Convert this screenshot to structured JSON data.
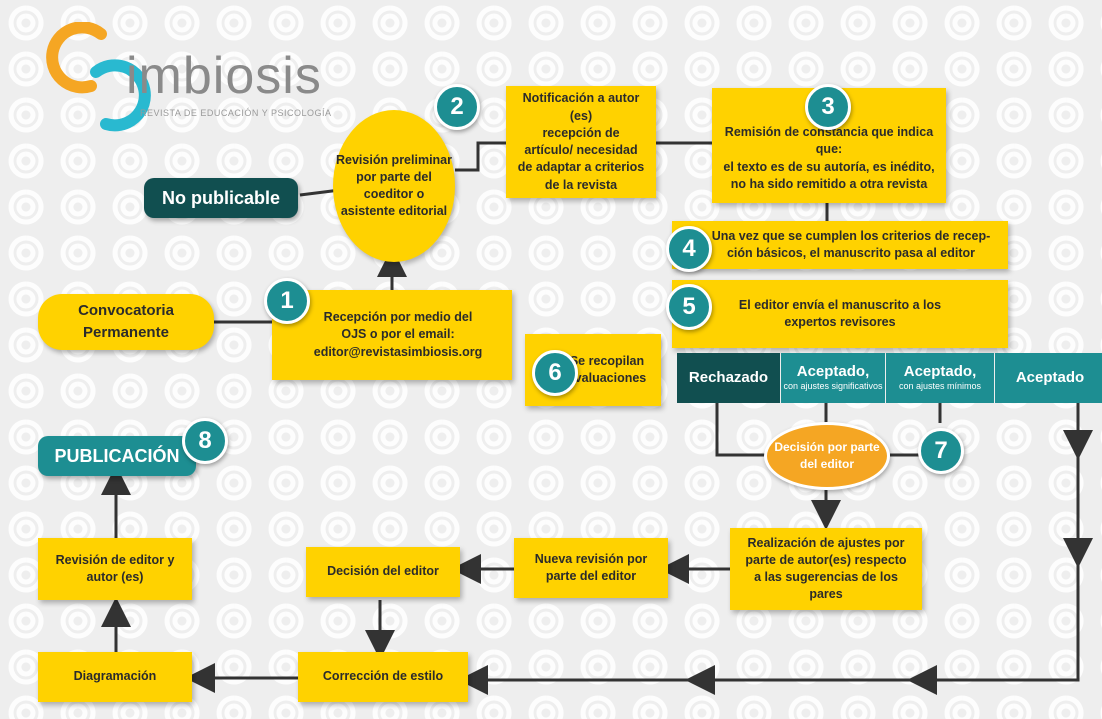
{
  "logo": {
    "word": "imbiosis",
    "subtitle": "REVISTA DE EDUCACIÓN Y PSICOLOGÍA"
  },
  "badges": [
    "1",
    "2",
    "3",
    "4",
    "5",
    "6",
    "7",
    "8"
  ],
  "nodes": {
    "no_publicable": "No publicable",
    "convocatoria": "Convocatoria\nPermanente",
    "revision_preliminar": "Revisión preliminar\npor parte del\ncoeditor o\nasistente editorial",
    "recepcion": "Recepción por medio del\nOJS o por el email:\neditor@revistasimbiosis.org",
    "notificacion": "Notificación a autor (es)\nrecepción de\nartículo/ necesidad\nde adaptar a criterios\nde la revista",
    "remision": "Remisión de constancia que indica que:\nel texto es de su autoría, es inédito,\nno ha sido remitido a otra revista",
    "criterios": "Una vez que se cumplen los criterios de recep-\nción básicos, el manuscrito pasa al editor",
    "editor_envia": "El editor envía  el manuscrito a los\nexpertos revisores",
    "recopilan": "Se recopilan\nevaluaciones",
    "decision_parte_editor": "Decisión por parte\ndel editor",
    "realizacion_ajustes": "Realización de ajustes por\nparte de autor(es) respecto\na las sugerencias de los pares",
    "nueva_revision": "Nueva revisión por\nparte del editor",
    "decision_editor": "Decisión del editor",
    "revision_editor_autor": "Revisión de editor y\nautor (es)",
    "diagramacion": "Diagramación",
    "correccion_estilo": "Corrección de estilo",
    "publicacion": "PUBLICACIÓN"
  },
  "statuses": {
    "rechazado": {
      "main": "Rechazado"
    },
    "aceptado_sig": {
      "main": "Aceptado,",
      "sub": "con ajustes significativos"
    },
    "aceptado_min": {
      "main": "Aceptado,",
      "sub": "con ajustes mínimos"
    },
    "aceptado": {
      "main": "Aceptado"
    }
  },
  "colors": {
    "yellow": "#ffd200",
    "teal": "#1d8e92",
    "dark_teal": "#114f50",
    "orange": "#f5a623",
    "line": "#333333"
  }
}
